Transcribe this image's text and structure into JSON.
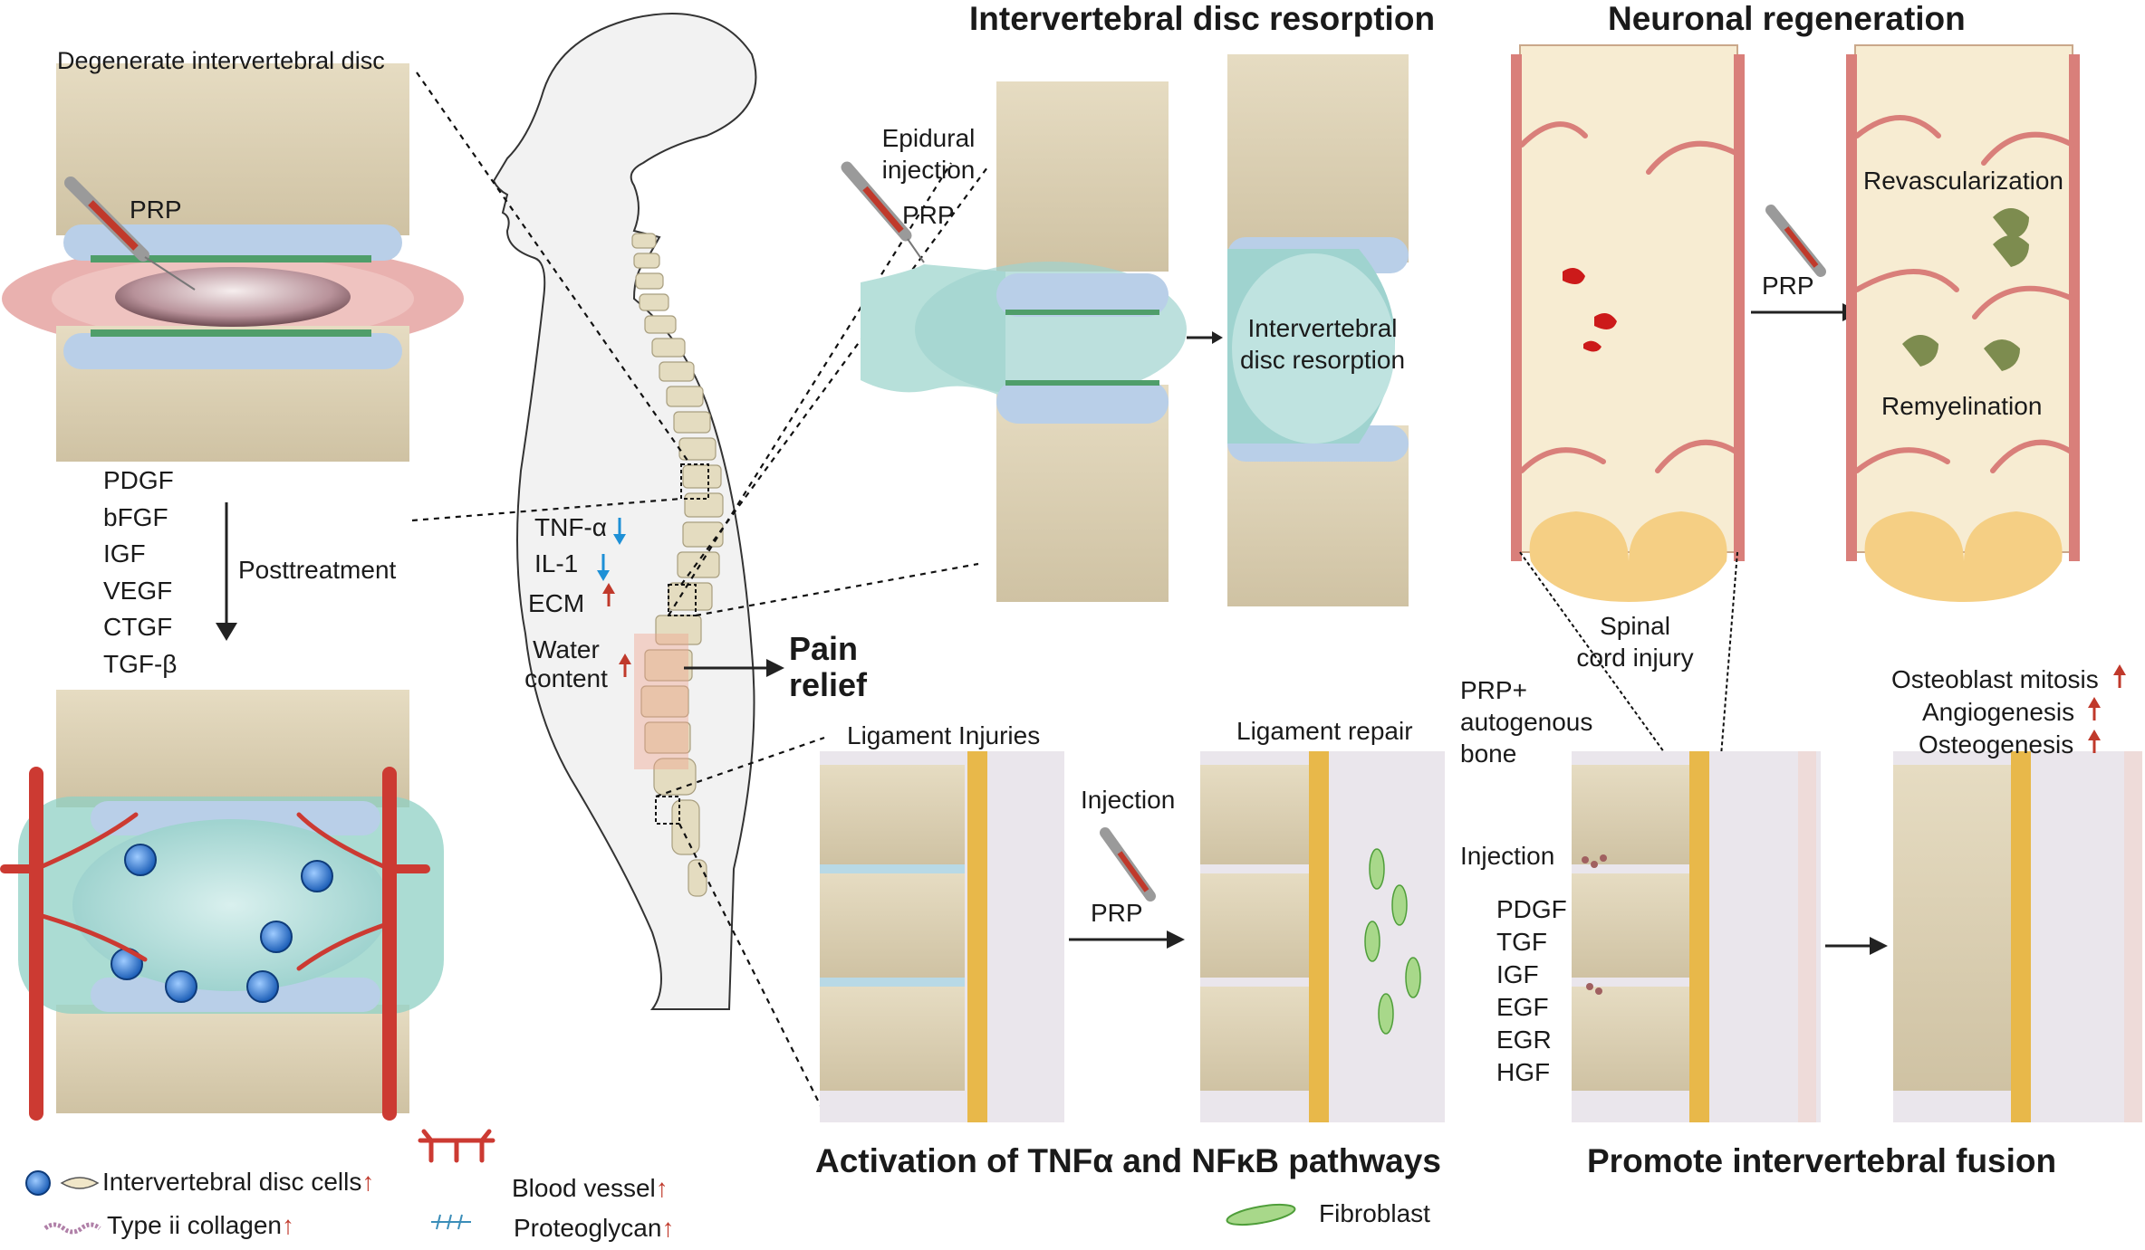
{
  "left_panel": {
    "title": "Degenerate intervertebral disc",
    "prp": "PRP",
    "growth_factors": [
      "PDGF",
      "bFGF",
      "IGF",
      "VEGF",
      "CTGF",
      "TGF-β"
    ],
    "posttreatment": "Posttreatment"
  },
  "legend": {
    "disc_cells": "Intervertebral disc cells",
    "collagen": "Type ii collagen",
    "blood_vessel": "Blood vessel",
    "proteoglycan": "Proteoglycan",
    "fibroblast": "Fibroblast",
    "up_arrow": "↑"
  },
  "body_panel": {
    "markers": [
      {
        "label": "TNF-α",
        "dir": "down"
      },
      {
        "label": "IL-1",
        "dir": "down"
      },
      {
        "label": "ECM",
        "dir": "up"
      }
    ],
    "water_line1": "Water",
    "water_line2": "content",
    "pain_line1": "Pain",
    "pain_line2": "relief"
  },
  "resorption_panel": {
    "title": "Intervertebral disc resorption",
    "epidural_line1": "Epidural",
    "epidural_line2": "injection",
    "prp": "PRP",
    "result_line1": "Intervertebral",
    "result_line2": "disc resorption"
  },
  "neuronal_panel": {
    "title": "Neuronal regeneration",
    "prp": "PRP",
    "revascularization": "Revascularization",
    "remyelination": "Remyelination",
    "sci_line1": "Spinal",
    "sci_line2": "cord injury"
  },
  "ligament_panel": {
    "injuries": "Ligament Injuries",
    "repair": "Ligament repair",
    "injection": "Injection",
    "prp": "PRP",
    "title": "Activation of TNFα and NFκB pathways"
  },
  "fusion_panel": {
    "prp_line1": "PRP+",
    "prp_line2": "autogenous",
    "prp_line3": "bone",
    "injection": "Injection",
    "factors": [
      "PDGF",
      "TGF",
      "IGF",
      "EGF",
      "EGR",
      "HGF"
    ],
    "effects": [
      "Osteoblast mitosis",
      "Angiogenesis",
      "Osteogenesis"
    ],
    "title": "Promote intervertebral fusion"
  },
  "colors": {
    "bone": "#d9cdb0",
    "disc_blue": "#b9cfe8",
    "nucleus_teal": "#bfe3e0",
    "vessel_red": "#cc3a32",
    "annulus_pink": "#e7a9a6",
    "cord_cream": "#f7ecd2",
    "ligament_yellow": "#e8b84a",
    "up_red": "#c0392b",
    "down_blue": "#1e90d6"
  }
}
